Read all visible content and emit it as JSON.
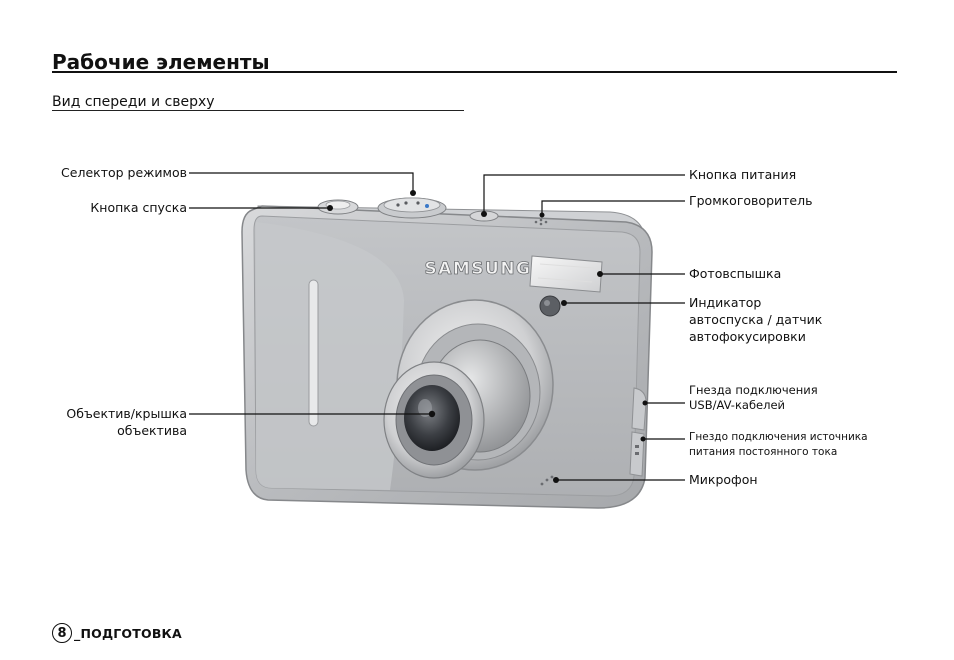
{
  "header": {
    "title": "Рабочие элементы",
    "subtitle": "Вид спереди и сверху"
  },
  "figure": {
    "brand": "SAMSUNG",
    "callouts": {
      "mode_dial": "Селектор режимов",
      "shutter_button": "Кнопка спуска",
      "lens": [
        "Объектив/крышка",
        "объектива"
      ],
      "power_button": "Кнопка питания",
      "speaker": "Громкоговоритель",
      "flash": "Фотовспышка",
      "self_timer": [
        "Индикатор",
        "автоспуска / датчик",
        "автофокусировки"
      ],
      "usb_av": [
        "Гнезда подключения",
        "USB/AV-кабелей"
      ],
      "dc_in": [
        "Гнездо подключения источника",
        "питания постоянного тока"
      ],
      "microphone": "Микрофон"
    }
  },
  "footer": {
    "page_number": "8",
    "section": "_ПОДГОТОВКА"
  }
}
